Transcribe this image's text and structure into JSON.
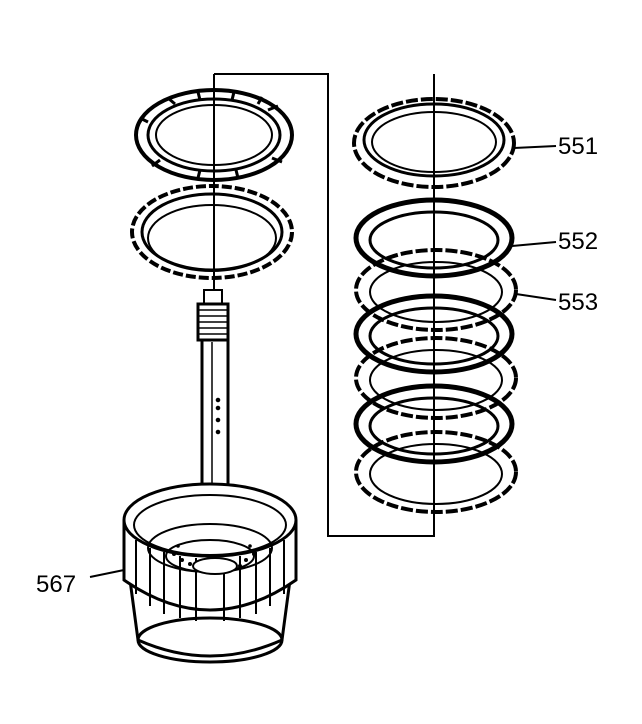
{
  "callouts": {
    "c551": "551",
    "c552": "552",
    "c553": "553",
    "c567": "567"
  },
  "colors": {
    "ink": "#000000",
    "paper": "#ffffff",
    "shade": "#d8d8d8"
  }
}
